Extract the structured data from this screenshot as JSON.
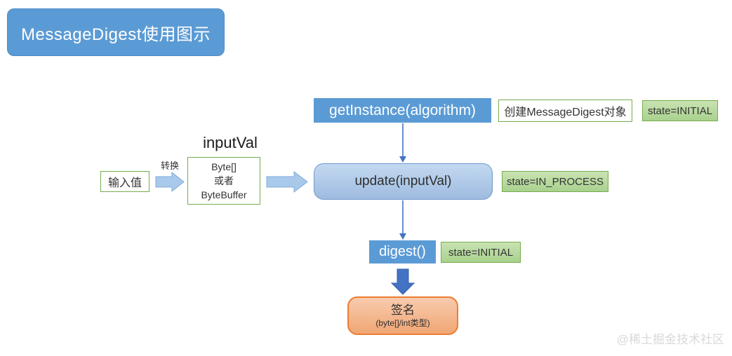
{
  "title": {
    "label": "MessageDigest使用图示"
  },
  "colors": {
    "node_blue": "#5B9BD5",
    "update_fill_light": "#C3D9F0",
    "update_fill_dark": "#9EBBE0",
    "state_green_fill": "#A9D18E",
    "state_green_border": "#77AC4D",
    "result_orange_fill": "#F4AF85",
    "result_orange_border": "#ED7D31",
    "connector_blue": "#4472C4",
    "block_arrow_fill": "#A9C9EA"
  },
  "top_row": {
    "get_instance_label": "getInstance(algorithm)",
    "note_label": "创建MessageDigest对象",
    "state_label": "state=INITIAL"
  },
  "input_row": {
    "input_val_label": "inputVal",
    "input_label": "输入值",
    "convert_label": "转换",
    "buffer_lines": [
      "Byte[]",
      "或者",
      "ByteBuffer"
    ]
  },
  "update_row": {
    "update_label": "update(inputVal)",
    "state_label": "state=IN_PROCESS"
  },
  "digest_row": {
    "digest_label": "digest()",
    "state_label": "state=INITIAL"
  },
  "result": {
    "label": "签名",
    "sublabel": "(byte[]/int类型)"
  },
  "watermark": {
    "label": "@稀土掘金技术社区"
  }
}
